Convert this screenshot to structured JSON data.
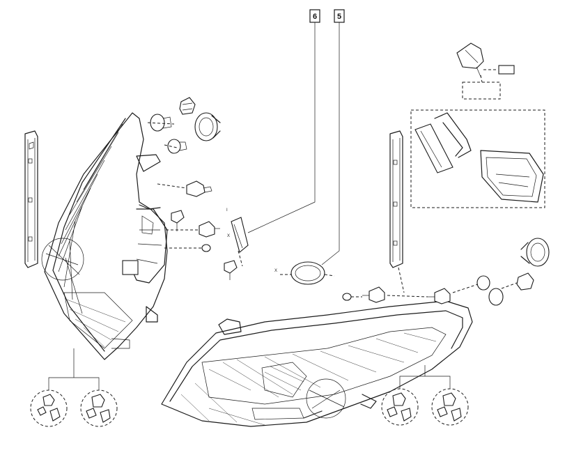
{
  "diagram": {
    "callouts": [
      {
        "id": "6",
        "label": "6"
      },
      {
        "id": "5",
        "label": "5"
      }
    ],
    "small_marks": [
      "I",
      "X",
      "X"
    ],
    "colors": {
      "line": "#1a1a1a",
      "background": "#ffffff"
    }
  }
}
